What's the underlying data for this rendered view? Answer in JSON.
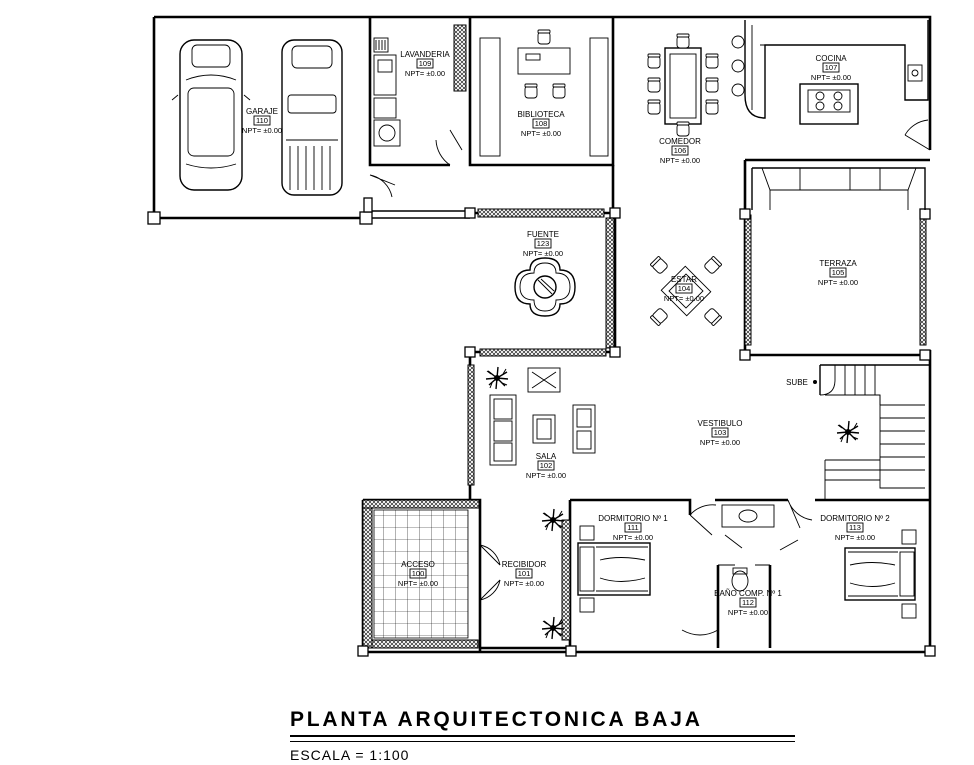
{
  "drawing": {
    "title": "PLANTA ARQUITECTONICA BAJA",
    "scale": "ESCALA = 1:100",
    "npt": "NPT= ±0.00",
    "stair_label": "SUBE"
  },
  "rooms": [
    {
      "id": "garaje",
      "name": "GARAJE",
      "number": "110"
    },
    {
      "id": "lavanderia",
      "name": "LAVANDERIA",
      "number": "109"
    },
    {
      "id": "biblioteca",
      "name": "BIBLIOTECA",
      "number": "108"
    },
    {
      "id": "comedor",
      "name": "COMEDOR",
      "number": "106"
    },
    {
      "id": "cocina",
      "name": "COCINA",
      "number": "107"
    },
    {
      "id": "fuente",
      "name": "FUENTE",
      "number": "123"
    },
    {
      "id": "estar",
      "name": "ESTAR",
      "number": "104"
    },
    {
      "id": "terraza",
      "name": "TERRAZA",
      "number": "105"
    },
    {
      "id": "vestibulo",
      "name": "VESTIBULO",
      "number": "103"
    },
    {
      "id": "sala",
      "name": "SALA",
      "number": "102"
    },
    {
      "id": "dormitorio1",
      "name": "DORMITORIO Nº 1",
      "number": "111"
    },
    {
      "id": "dormitorio2",
      "name": "DORMITORIO Nº 2",
      "number": "113"
    },
    {
      "id": "bano",
      "name": "BAÑO COMP. Nº 1",
      "number": "112"
    },
    {
      "id": "acceso",
      "name": "ACCESO",
      "number": "100"
    },
    {
      "id": "recibidor",
      "name": "RECIBIDOR",
      "number": "101"
    }
  ]
}
